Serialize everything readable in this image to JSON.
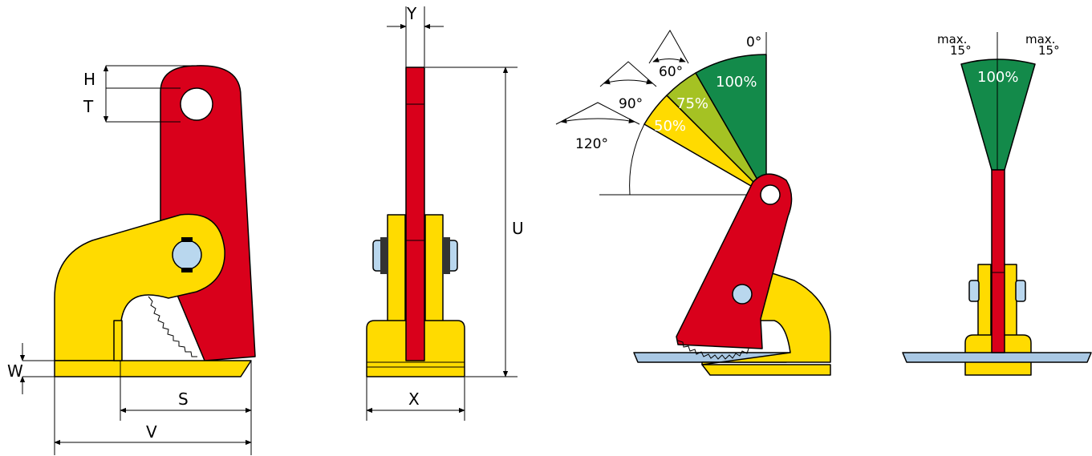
{
  "colors": {
    "red": "#d9001b",
    "yellow": "#ffdb00",
    "pin": "#b9d7ee",
    "plate": "#a9c8e4",
    "green": "#138a4a",
    "lime": "#a5c223",
    "gold": "#ffdb00"
  },
  "dimensions": {
    "h": "H",
    "t": "T",
    "w": "W",
    "s": "S",
    "v": "V",
    "y": "Y",
    "u": "U",
    "x": "X"
  },
  "load_sectors": {
    "zero_angle": "0°",
    "sectors": [
      {
        "percent": "100%",
        "angle": "60°"
      },
      {
        "percent": "75%",
        "angle": "90°"
      },
      {
        "percent": "50%",
        "angle": "120°"
      }
    ]
  },
  "tilt_limits": {
    "left_max": "max.",
    "left_angle": "15°",
    "right_max": "max.",
    "right_angle": "15°",
    "percent": "100%"
  }
}
